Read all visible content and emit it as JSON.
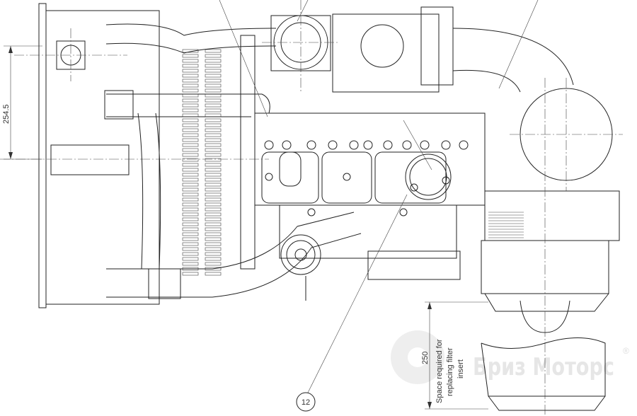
{
  "drawing": {
    "dimensions": {
      "height_dim": "254.5",
      "filter_clearance": "250"
    },
    "note": {
      "line1": "Space required for",
      "line2": "replacing filter",
      "line3": "insert"
    },
    "callout": "12"
  },
  "watermark": {
    "text": "Бриз Моторс",
    "registered": "®"
  }
}
